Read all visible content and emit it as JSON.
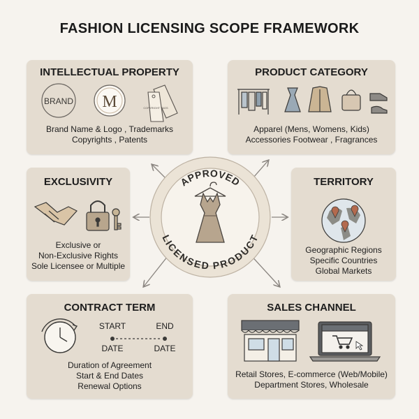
{
  "title": "FASHION LICENSING SCOPE FRAMEWORK",
  "center": {
    "top_text": "APPROVED",
    "bottom_text": "LICENSED PRODUCT",
    "icon": "dress-on-hanger-icon"
  },
  "cards": {
    "intellectual_property": {
      "title": "INTELLECTUAL PROPERTY",
      "icon_labels": {
        "brand": "BRAND",
        "monogram": "M",
        "tag": "COPYRIGHT TAGS"
      },
      "lines": [
        "Brand Name & Logo , Trademarks",
        "Copyrights , Patents"
      ]
    },
    "product_category": {
      "title": "PRODUCT CATEGORY",
      "icons": [
        "clothing-rack-icon",
        "dress-icon",
        "coat-icon",
        "handbag-icon",
        "shoes-icon"
      ],
      "lines": [
        "Apparel (Mens, Womens, Kids)",
        "Accessories   Footwear , Fragrances"
      ]
    },
    "exclusivity": {
      "title": "EXCLUSIVITY",
      "icons": [
        "handshake-icon",
        "padlock-icon",
        "key-icon"
      ],
      "lines": [
        "Exclusive or",
        "Non-Exclusive Rights",
        "Sole Licensee or Multiple"
      ]
    },
    "territory": {
      "title": "TERRITORY",
      "icons": [
        "globe-icon",
        "map-pin-icon"
      ],
      "lines": [
        "Geographic Regions",
        "Specific Countries",
        "Global Markets"
      ]
    },
    "contract_term": {
      "title": "CONTRACT TERM",
      "timeline": {
        "start": "START",
        "end": "END",
        "start_sub": "DATE",
        "end_sub": "DATE"
      },
      "lines": [
        "Duration of Agreement",
        "Start & End Dates",
        "Renewal Options"
      ]
    },
    "sales_channel": {
      "title": "SALES CHANNEL",
      "icons": [
        "storefront-icon",
        "laptop-cart-icon"
      ],
      "lines": [
        "Retail Stores, E-commerce (Web/Mobile)",
        "Department Stores,  Wholesale"
      ]
    }
  },
  "colors": {
    "background": "#f6f3ee",
    "card": "#e4dcd0",
    "ink": "#1e1e1e",
    "accent_beige": "#c9b8a2",
    "awning": "#6b6f74"
  }
}
